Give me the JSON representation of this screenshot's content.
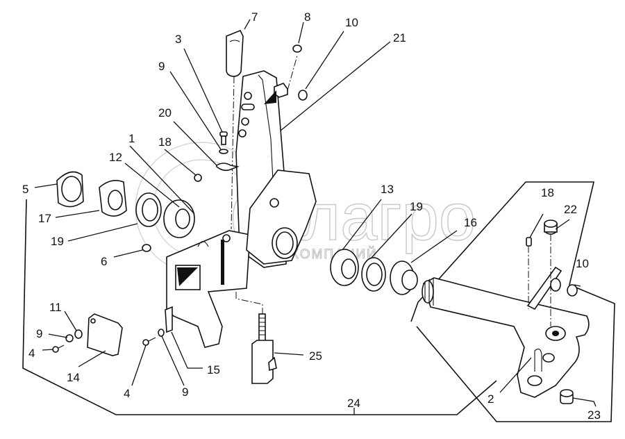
{
  "diagram": {
    "title": "",
    "watermark": {
      "brand": "белагро",
      "subtitle": "ГРУППА КОМПАНИЙ"
    },
    "callouts": [
      {
        "id": "c7",
        "label": "7",
        "part": "lever-knob"
      },
      {
        "id": "c8",
        "label": "8",
        "part": "washer"
      },
      {
        "id": "c10a",
        "label": "10",
        "part": "nut"
      },
      {
        "id": "c21",
        "label": "21",
        "part": "lever-arm"
      },
      {
        "id": "c3",
        "label": "3",
        "part": "bolt"
      },
      {
        "id": "c9a",
        "label": "9",
        "part": "washer"
      },
      {
        "id": "c20",
        "label": "20",
        "part": "clip"
      },
      {
        "id": "c1",
        "label": "1",
        "part": "spring-wire"
      },
      {
        "id": "c18a",
        "label": "18",
        "part": "grease-nipple"
      },
      {
        "id": "c12",
        "label": "12",
        "part": "bushing"
      },
      {
        "id": "c5",
        "label": "5",
        "part": "threaded-nut"
      },
      {
        "id": "c17",
        "label": "17",
        "part": "seal-sleeve"
      },
      {
        "id": "c19a",
        "label": "19",
        "part": "bearing"
      },
      {
        "id": "c6",
        "label": "6",
        "part": "nut"
      },
      {
        "id": "c13",
        "label": "13",
        "part": "bushing"
      },
      {
        "id": "c19b",
        "label": "19",
        "part": "bearing"
      },
      {
        "id": "c16",
        "label": "16",
        "part": "seal-sleeve"
      },
      {
        "id": "c18b",
        "label": "18",
        "part": "grease-nipple"
      },
      {
        "id": "c22",
        "label": "22",
        "part": "cap"
      },
      {
        "id": "c10b",
        "label": "10",
        "part": "nut"
      },
      {
        "id": "c11",
        "label": "11",
        "part": "nut"
      },
      {
        "id": "c9b",
        "label": "9",
        "part": "washer"
      },
      {
        "id": "c4a",
        "label": "4",
        "part": "screw"
      },
      {
        "id": "c14",
        "label": "14",
        "part": "cover-plate"
      },
      {
        "id": "c4b",
        "label": "4",
        "part": "screw"
      },
      {
        "id": "c9c",
        "label": "9",
        "part": "washer"
      },
      {
        "id": "c15",
        "label": "15",
        "part": "bracket"
      },
      {
        "id": "c25",
        "label": "25",
        "part": "threaded-rod-block"
      },
      {
        "id": "c24",
        "label": "24",
        "part": "assembly"
      },
      {
        "id": "c2",
        "label": "2",
        "part": "shaft-housing"
      },
      {
        "id": "c23",
        "label": "23",
        "part": "cap"
      }
    ]
  }
}
